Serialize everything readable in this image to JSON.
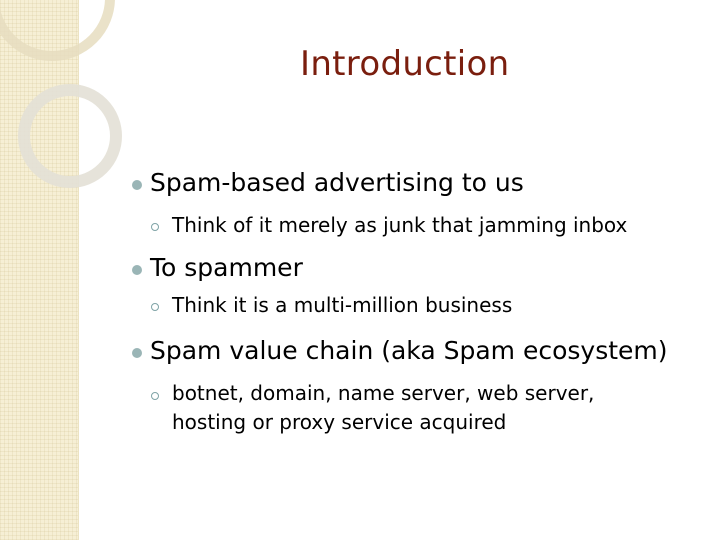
{
  "slide": {
    "title": "Introduction",
    "bullets": [
      {
        "text": "Spam-based advertising to us",
        "sub": [
          "Think of it merely as junk that jamming inbox"
        ]
      },
      {
        "text": "To spammer",
        "sub": [
          "Think it is a multi-million business"
        ]
      },
      {
        "text": "Spam value chain (aka Spam ecosystem)",
        "sub": [
          "botnet, domain, name server, web server,",
          "hosting or proxy service acquired"
        ]
      }
    ]
  },
  "colors": {
    "title": "#7a1e0e",
    "bullet": "#9ab5b6",
    "sub_bullet": "#7fa3a6",
    "side_strip": "#f6efd5"
  }
}
